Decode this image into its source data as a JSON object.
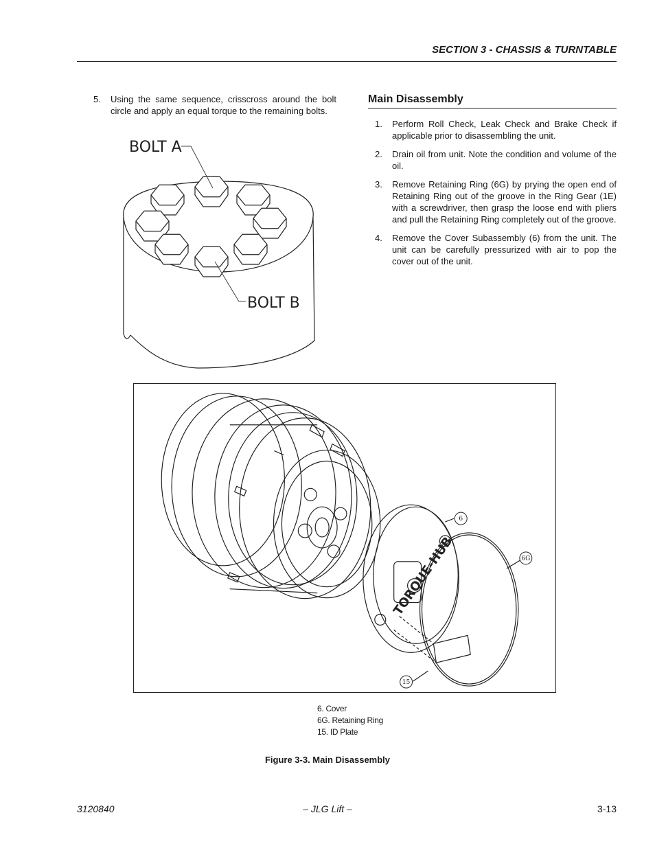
{
  "header": {
    "section_title": "SECTION 3 - CHASSIS & TURNTABLE"
  },
  "left_column": {
    "step5": {
      "number": "5.",
      "text": "Using the same sequence, crisscross around the bolt circle and apply an equal torque to the remaining bolts."
    },
    "bolt_figure": {
      "label_a": "BOLT A",
      "label_b": "BOLT B"
    }
  },
  "right_column": {
    "title": "Main Disassembly",
    "steps": [
      {
        "number": "1.",
        "text": "Perform Roll Check, Leak Check and Brake Check if applicable prior to disassembling the unit."
      },
      {
        "number": "2.",
        "text": "Drain oil from unit.  Note the condition and volume of the oil."
      },
      {
        "number": "3.",
        "text": "Remove Retaining Ring (6G) by prying the open end of Retaining Ring out of the groove in the Ring Gear (1E) with a screwdriver, then grasp the loose end with pliers and pull the Retaining Ring completely out of the groove."
      },
      {
        "number": "4.",
        "text": "Remove the Cover Subassembly (6) from the unit. The unit can be carefully pressurized with air to pop the cover out of the unit."
      }
    ]
  },
  "figure": {
    "callouts": {
      "cover": "6",
      "ring": "6G",
      "plate": "15"
    },
    "cover_text": "TORQUE-HUB",
    "legend": [
      "6.   Cover",
      "6G.  Retaining Ring",
      "15.  ID Plate"
    ],
    "caption": "Figure 3-3.  Main Disassembly"
  },
  "footer": {
    "left": "3120840",
    "center": "– JLG Lift –",
    "right": "3-13"
  }
}
